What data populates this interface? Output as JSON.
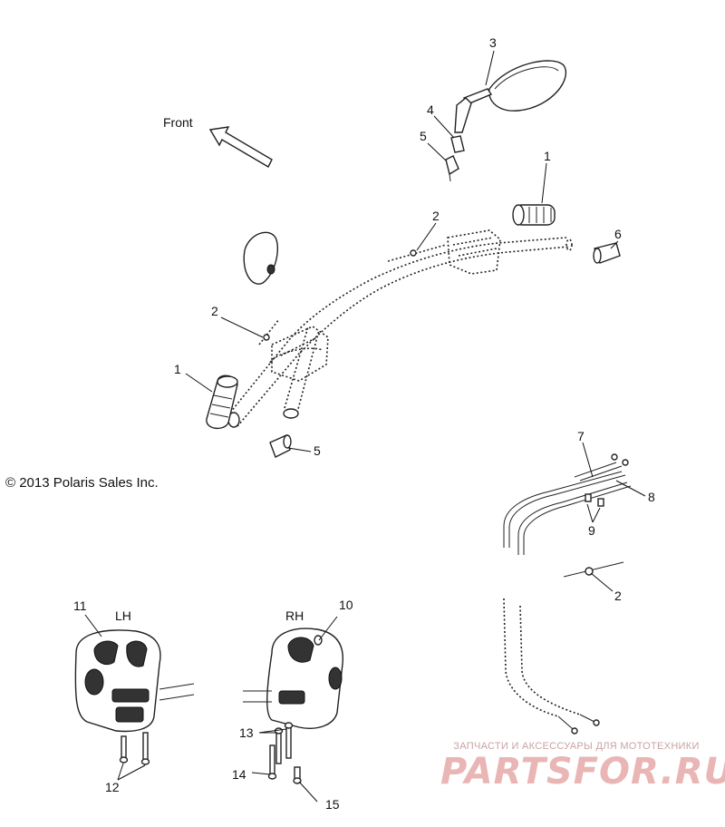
{
  "direction_label": "Front",
  "copyright": "© 2013 Polaris Sales Inc.",
  "side_labels": {
    "left": "LH",
    "right": "RH"
  },
  "callouts": {
    "c1_grip_right": "1",
    "c1_grip_left": "1",
    "c2_throttle": "2",
    "c2_left": "2",
    "c2_cable": "2",
    "c3": "3",
    "c4": "4",
    "c5_top": "5",
    "c5_bottom": "5",
    "c6": "6",
    "c7": "7",
    "c8": "8",
    "c9": "9",
    "c10": "10",
    "c11": "11",
    "c12": "12",
    "c13": "13",
    "c14": "14",
    "c15": "15"
  },
  "watermark": {
    "tagline": "ЗАПЧАСТИ И АКСЕССУАРЫ ДЛЯ МОТОТЕХНИКИ",
    "brand": "PARTSFOR.RU"
  }
}
